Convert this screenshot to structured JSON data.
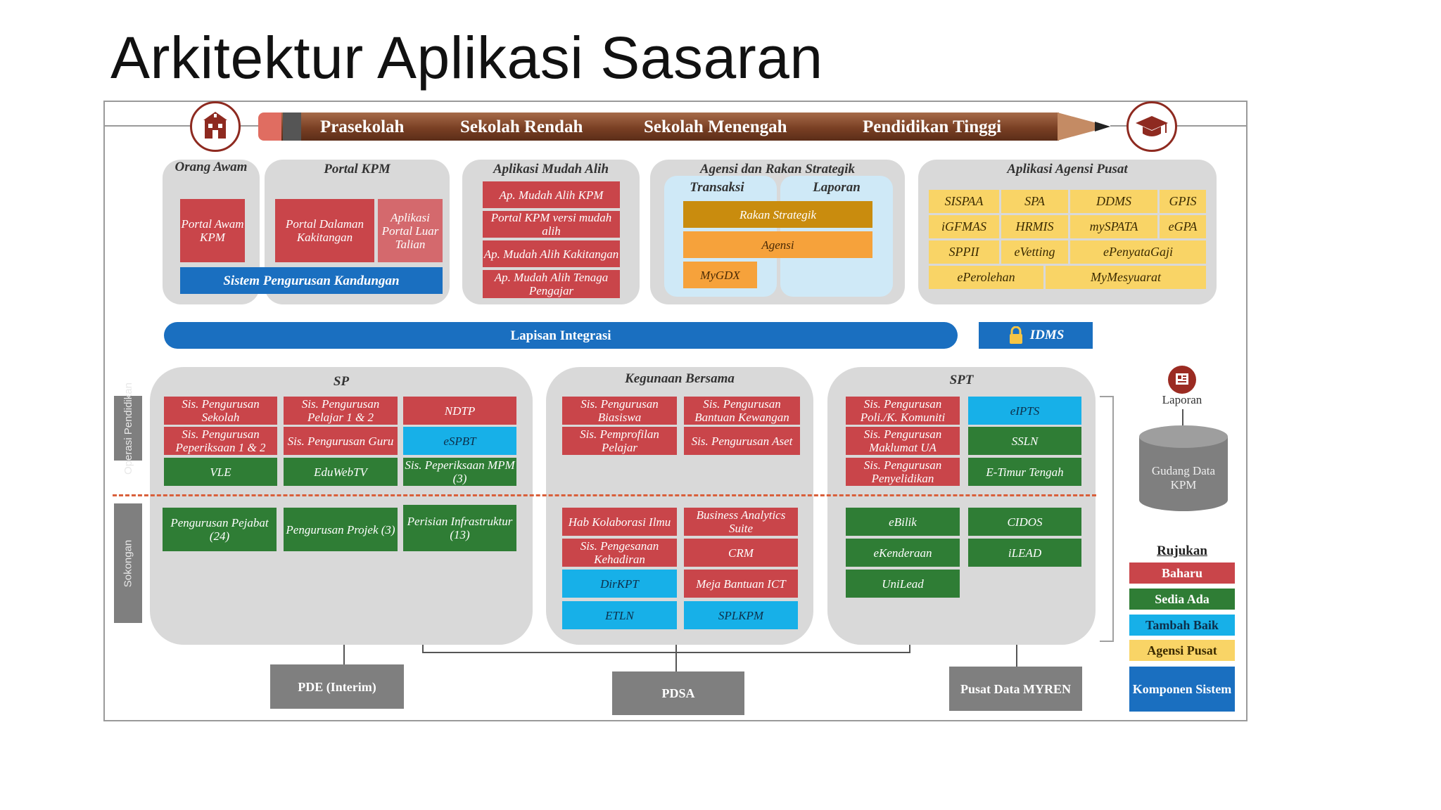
{
  "title": "Arkitektur Aplikasi Sasaran",
  "stages": [
    "Prasekolah",
    "Sekolah Rendah",
    "Sekolah Menengah",
    "Pendidikan Tinggi"
  ],
  "top": {
    "orang_awam": {
      "title": "Orang Awam",
      "box": "Portal Awam KPM"
    },
    "portal_kpm": {
      "title": "Portal KPM",
      "dalaman": "Portal Dalaman Kakitangan",
      "luar": "Aplikasi Portal Luar Talian"
    },
    "spk": "Sistem Pengurusan Kandungan",
    "mudah_alih": {
      "title": "Aplikasi Mudah Alih",
      "items": [
        "Ap. Mudah Alih KPM",
        "Portal KPM versi mudah alih",
        "Ap. Mudah Alih Kakitangan",
        "Ap. Mudah Alih Tenaga Pengajar"
      ]
    },
    "agensi": {
      "title": "Agensi dan Rakan Strategik",
      "transaksi": "Transaksi",
      "laporan": "Laporan",
      "rakan": "Rakan Strategik",
      "agensi": "Agensi",
      "mygdx": "MyGDX"
    },
    "pusat": {
      "title": "Aplikasi Agensi Pusat",
      "items": [
        "SISPAA",
        "SPA",
        "DDMS",
        "GPIS",
        "iGFMAS",
        "HRMIS",
        "mySPATA",
        "eGPA",
        "SPPII",
        "eVetting",
        "ePenyataGaji",
        "ePerolehan",
        "MyMesyuarat"
      ]
    }
  },
  "integrasi": "Lapisan Integrasi",
  "idms": "IDMS",
  "side_labels": {
    "operasi": "Operasi Pendidikan",
    "sokongan": "Sokongan"
  },
  "sp": {
    "title": "SP",
    "ops": [
      "Sis. Pengurusan Sekolah",
      "Sis. Pengurusan Pelajar 1 & 2",
      "NDTP",
      "Sis. Pengurusan Peperiksaan 1 & 2",
      "Sis. Pengurusan Guru",
      "eSPBT",
      "VLE",
      "EduWebTV",
      "Sis. Peperiksaan MPM (3)"
    ],
    "sup": [
      "Pengurusan Pejabat (24)",
      "Pengurusan Projek (3)",
      "Perisian Infrastruktur (13)"
    ]
  },
  "kb": {
    "title": "Kegunaan Bersama",
    "ops": [
      "Sis. Pengurusan Biasiswa",
      "Sis. Pengurusan Bantuan Kewangan",
      "Sis. Pemprofilan Pelajar",
      "Sis. Pengurusan Aset"
    ],
    "sup": [
      "Hab Kolaborasi Ilmu",
      "Business Analytics Suite",
      "Sis. Pengesanan Kehadiran",
      "CRM",
      "DirKPT",
      "Meja Bantuan ICT",
      "ETLN",
      "SPLKPM"
    ]
  },
  "spt": {
    "title": "SPT",
    "ops": [
      "Sis. Pengurusan Poli./K. Komuniti",
      "eIPTS",
      "Sis. Pengurusan Maklumat UA",
      "SSLN",
      "Sis. Pengurusan Penyelidikan",
      "E-Timur Tengah"
    ],
    "sup": [
      "eBilik",
      "CIDOS",
      "eKenderaan",
      "iLEAD",
      "UniLead"
    ]
  },
  "laporan": "Laporan",
  "gudang": "Gudang Data KPM",
  "bottom": [
    "PDE (Interim)",
    "PDSA",
    "Pusat Data MYREN"
  ],
  "legend": {
    "title": "Rujukan",
    "items": [
      {
        "label": "Baharu",
        "color": "#c9454a"
      },
      {
        "label": "Sedia Ada",
        "color": "#2f7d35"
      },
      {
        "label": "Tambah Baik",
        "color": "#17b0e8"
      },
      {
        "label": "Agensi Pusat",
        "color": "#f9d466"
      },
      {
        "label": "Komponen Sistem",
        "color": "#1a6fc0"
      }
    ]
  },
  "icons": [
    "school-building-icon",
    "graduation-cap-icon",
    "lock-icon",
    "report-icon",
    "database-icon"
  ]
}
